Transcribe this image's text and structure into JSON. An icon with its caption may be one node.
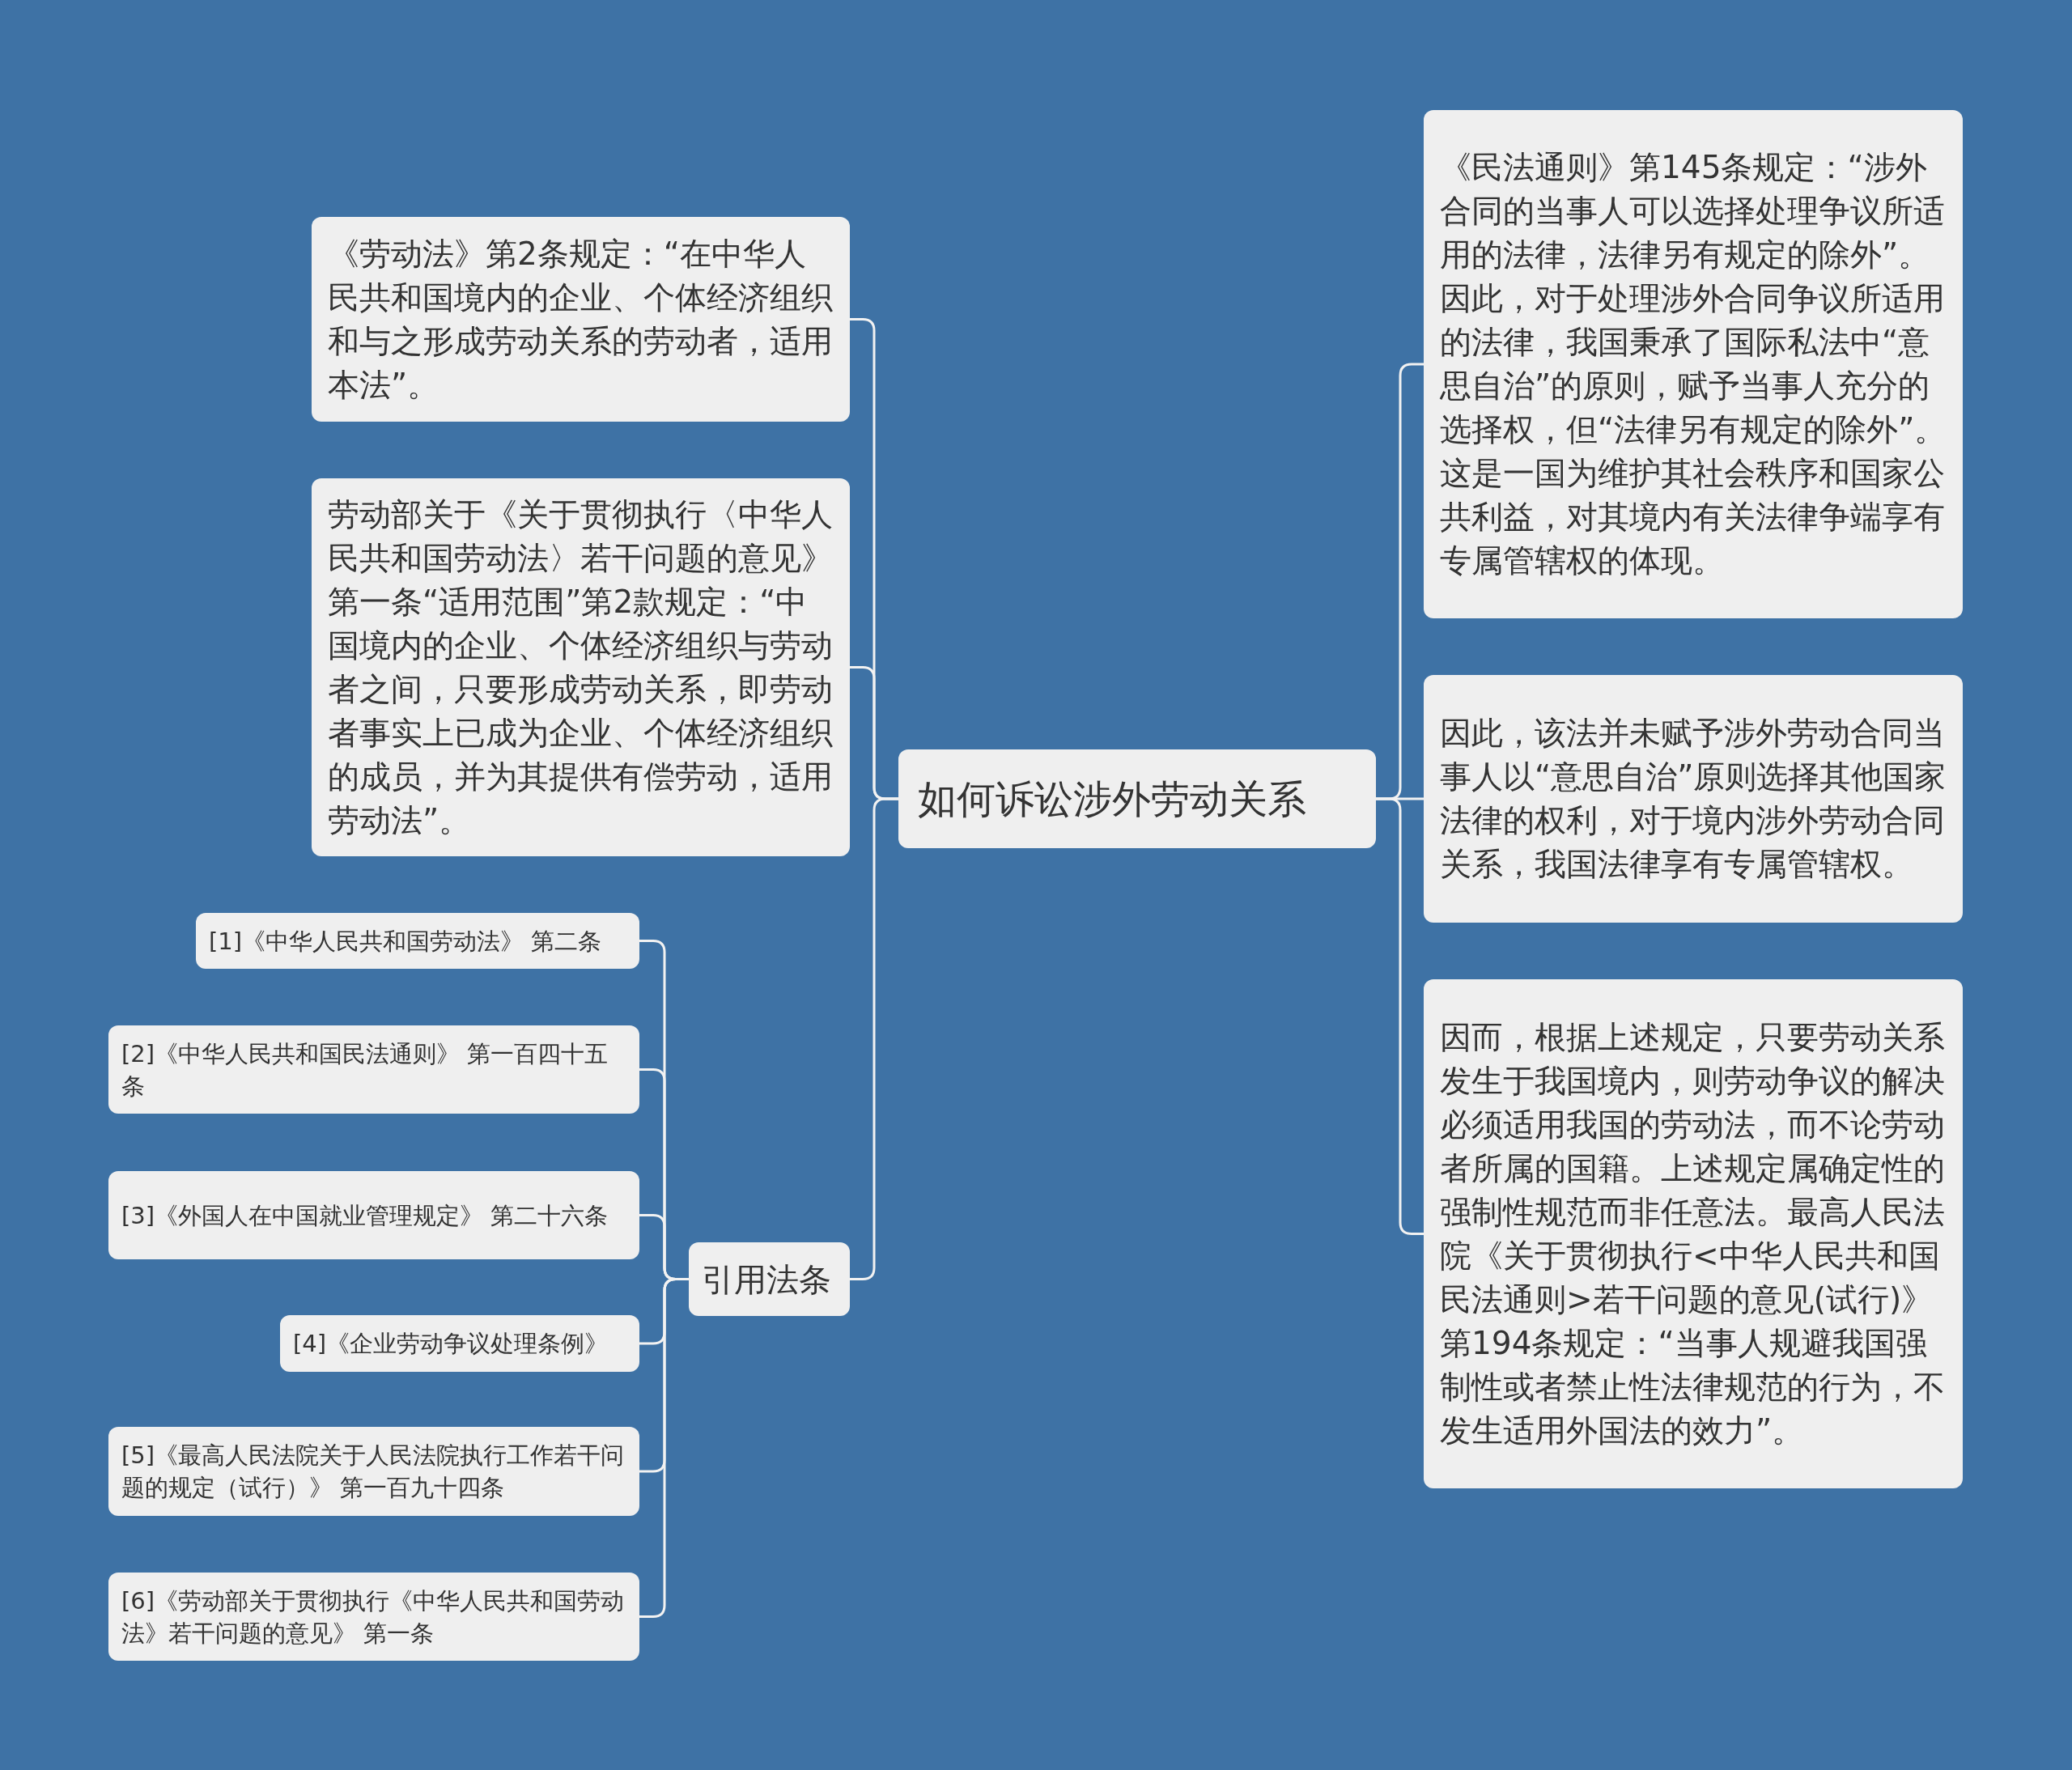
{
  "diagram": {
    "nodes": [
      {
        "text": [
          "如何诉讼涉外劳动关系"
        ]
      },
      {
        "text": [
          "《劳动法》第2条规定：“在中华人民共和国境内的企业、个体经济组织和与之形成劳动关系的劳动者，适用本法”。"
        ]
      },
      {
        "text": [
          "劳动部关于《关于贯彻执行〈中华人民共和国劳动法〉若干问题的意见》第一条“适用范围”第2款规定：“中国境内的企业、个体经济组织与劳动者之间，只要形成劳动关系，即劳动者事实上已成为企业、个体经济组织的成员，并为其提供有偿劳动，适用劳动法”。"
        ]
      },
      {
        "text": [
          "引用法条"
        ]
      },
      {
        "text": [
          "[1]《中华人民共和国劳动法》 第二条"
        ]
      },
      {
        "text": [
          "[2]《中华人民共和国民法通则》 第一百四十五条"
        ]
      },
      {
        "text": [
          "[3]《外国人在中国就业管理规定》 第二十六条"
        ]
      },
      {
        "text": [
          "[4]《企业劳动争议处理条例》"
        ]
      },
      {
        "text": [
          "[5]《最高人民法院关于人民法院执行工作若干问题的规定（试行）》 第一百九十四条"
        ]
      },
      {
        "text": [
          "[6]《劳动部关于贯彻执行《中华人民共和国劳动法》若干问题的意见》 第一条"
        ]
      },
      {
        "text": [
          "《民法通则》第145条规定：“涉外合同的当事人可以选择处理争议所适用的法律，法律另有规定的除外”。因此，对于处理涉外合同争议所适用的法律，我国秉承了国际私法中“意思自治”的原则，赋予当事人充分的选择权，但“法律另有规定的除外”。这是一国为维护其社会秩序和国家公共利益，对其境内有关法律争端享有专属管辖权的体现。"
        ]
      },
      {
        "text": [
          "因此，该法并未赋予涉外劳动合同当事人以“意思自治”原则选择其他国家法律的权利，对于境内涉外劳动合同关系，我国法律享有专属管辖权。"
        ]
      },
      {
        "text": [
          "因而，根据上述规定，只要劳动关系发生于我国境内，则劳动争议的解决必须适用我国的劳动法，而不论劳动者所属的国籍。上述规定属确定性的强制性规范而非任意法。最高人民法院《关于贯彻执行<中华人民共和国民法通则>若干问题的意见(试行)》第194条规定：“当事人规避我国强制性或者禁止性法律规范的行为，不发生适用外国法的效力”。"
        ]
      }
    ],
    "edges": [
      {
        "from": 0,
        "to": 1,
        "arrow": "none"
      },
      {
        "from": 0,
        "to": 2,
        "arrow": "none"
      },
      {
        "from": 0,
        "to": 3,
        "arrow": "none"
      },
      {
        "from": 3,
        "to": 4,
        "arrow": "none"
      },
      {
        "from": 3,
        "to": 5,
        "arrow": "none"
      },
      {
        "from": 3,
        "to": 6,
        "arrow": "none"
      },
      {
        "from": 3,
        "to": 7,
        "arrow": "none"
      },
      {
        "from": 3,
        "to": 8,
        "arrow": "none"
      },
      {
        "from": 3,
        "to": 9,
        "arrow": "none"
      },
      {
        "from": 0,
        "to": 10,
        "arrow": "none"
      },
      {
        "from": 0,
        "to": 11,
        "arrow": "none"
      },
      {
        "from": 0,
        "to": 12,
        "arrow": "none"
      }
    ]
  }
}
